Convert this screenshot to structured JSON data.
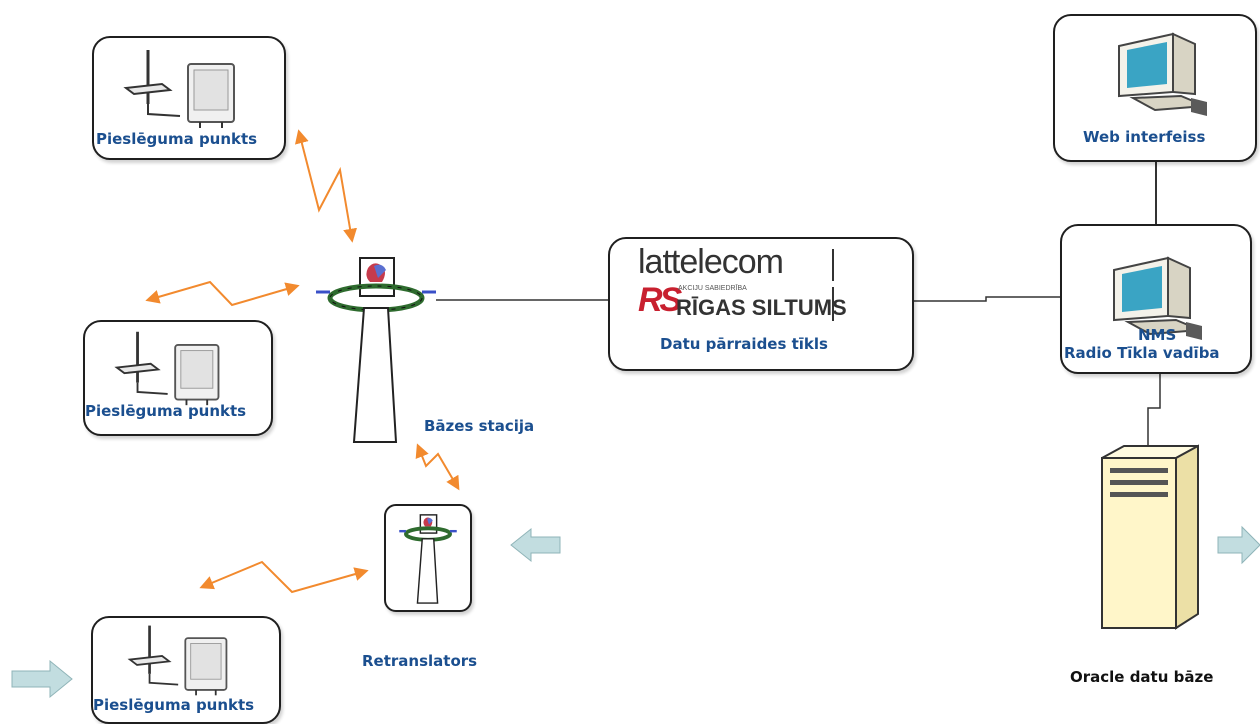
{
  "nodes": {
    "access_point_1": {
      "label": "Pieslēguma punkts"
    },
    "access_point_2": {
      "label": "Pieslēguma punkts"
    },
    "access_point_3": {
      "label": "Pieslēguma punkts"
    },
    "base_station": {
      "label": "Bāzes stacija"
    },
    "repeater": {
      "label": "Retranslators"
    },
    "network": {
      "lattelecom_logo": "lattelecom",
      "rs_logo_small": "AKCIJU SABIEDRĪBA",
      "rs_logo_main": "RĪGAS SILTUMS",
      "label": "Datu pārraides tīkls"
    },
    "web": {
      "label": "Web interfeiss"
    },
    "nms": {
      "label_line1": "NMS",
      "label_line2": "Radio Tīkla vadība"
    },
    "database": {
      "label": "Oracle datu bāze"
    }
  },
  "icons": [
    "antenna-icon",
    "access-point-icon",
    "tower-icon",
    "computer-icon",
    "server-icon",
    "arrow-icon",
    "radio-link-icon"
  ],
  "colors": {
    "label_blue": "#1b4f8f",
    "radio_link_orange": "#f28a2e",
    "arrow_fill": "#c2dde0",
    "server_fill": "#fff6c9"
  }
}
